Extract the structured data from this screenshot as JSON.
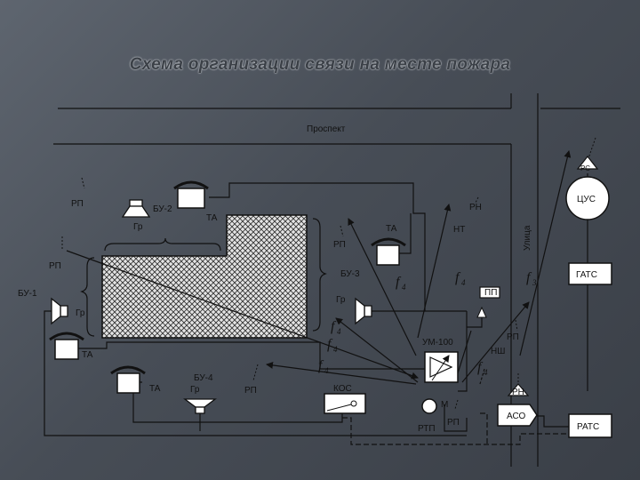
{
  "title": "Схема организации связи на месте пожара",
  "streets": {
    "prospect": "Проспект",
    "street": "Улица"
  },
  "units": {
    "bu1": "БУ-1",
    "bu2": "БУ-2",
    "bu3": "БУ-3",
    "bu4": "БУ-4"
  },
  "devices": {
    "ta": "ТА",
    "gr": "Гр",
    "rp": "РП",
    "rn": "РН",
    "nt": "НТ",
    "pp": "ПП",
    "um100": "УМ-100",
    "ns": "НШ",
    "kos": "КОС",
    "m": "М",
    "rtp": "РТП",
    "rs": "РС",
    "cus": "ЦУС",
    "gats": "ГАТС",
    "aso": "АСО",
    "rats": "РАТС"
  },
  "frequency": {
    "symbol": "f",
    "sub4": "4",
    "sub3": "3"
  }
}
